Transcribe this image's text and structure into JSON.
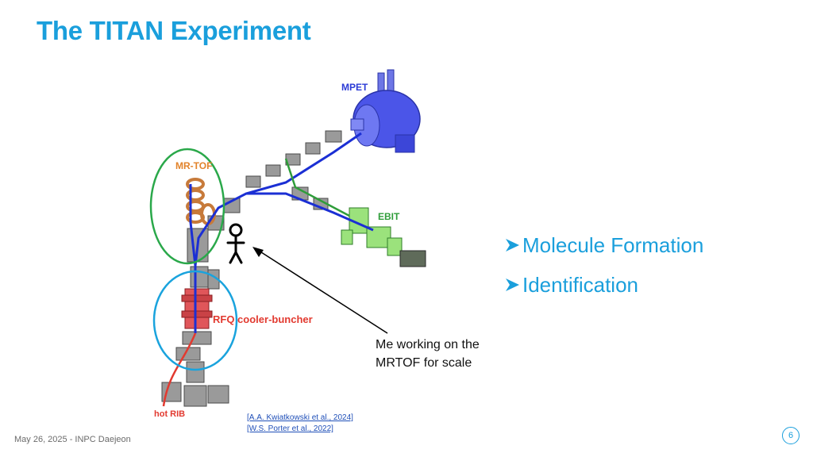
{
  "slide": {
    "title": "The TITAN Experiment",
    "footer": "May 26, 2025 - INPC Daejeon",
    "page_number": "6",
    "accent_color": "#1a9fdc"
  },
  "diagram": {
    "labels": {
      "mpet": "MPET",
      "mrtof": "MR-TOF",
      "ebit": "EBIT",
      "rfq": "RFQ cooler-buncher",
      "hot_rib": "hot RIB"
    },
    "colors": {
      "mrtof_circle": "#2aa84a",
      "rfq_circle": "#1aa3dd",
      "beam_line": "#1b2fd4",
      "ebit_line": "#2f9d3a",
      "rib_line": "#e23a30"
    }
  },
  "bullets": [
    "Molecule Formation",
    "Identification"
  ],
  "annotation": {
    "line1": "Me working on the",
    "line2": "MRTOF for scale"
  },
  "references": [
    "[A.A. Kwiatkowski et al., 2024]",
    "[W.S. Porter et al., 2022]"
  ]
}
